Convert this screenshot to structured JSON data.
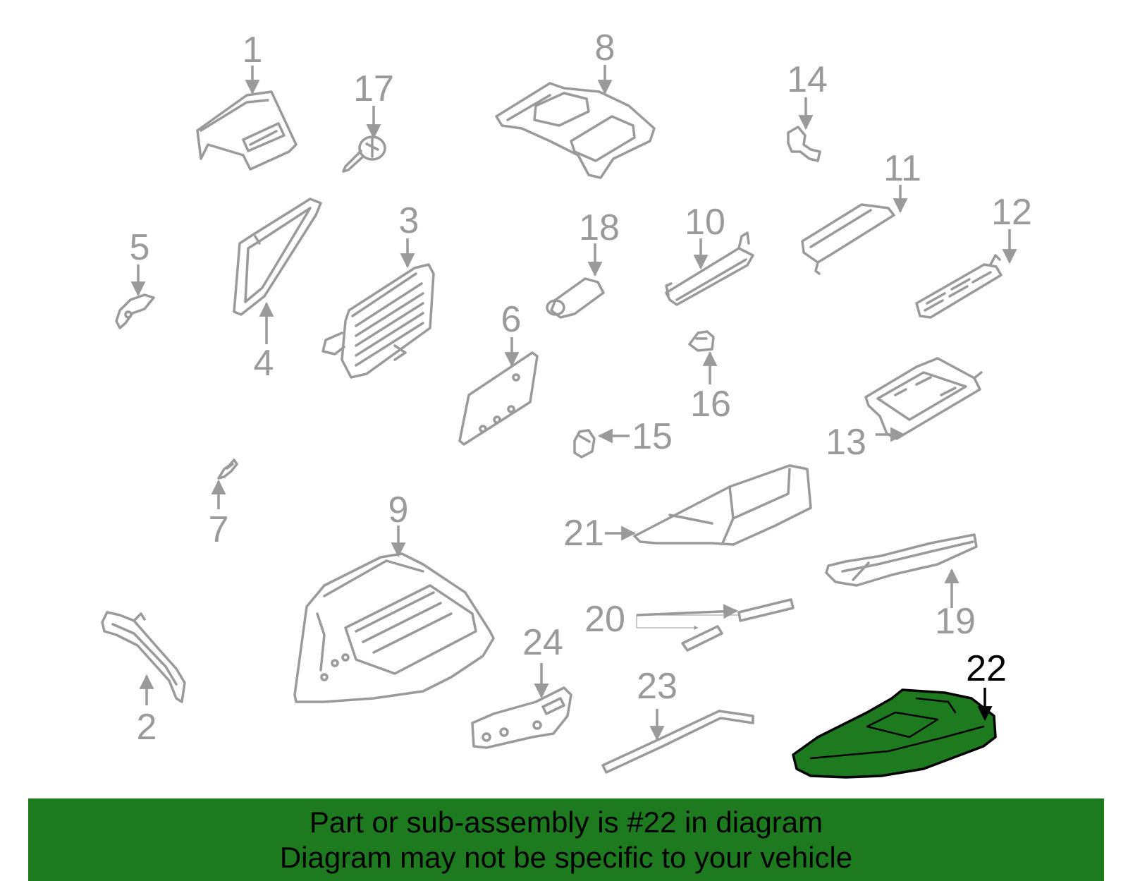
{
  "colors": {
    "line": "#9a9a9a",
    "highlight_fill": "#1e7a1e",
    "highlight_stroke": "#000000",
    "banner_bg": "#1e7a1e",
    "banner_text": "#000000",
    "callout_text": "#9a9a9a",
    "highlight_callout_text": "#000000"
  },
  "callouts": [
    {
      "id": "1",
      "label": "1"
    },
    {
      "id": "2",
      "label": "2"
    },
    {
      "id": "3",
      "label": "3"
    },
    {
      "id": "4",
      "label": "4"
    },
    {
      "id": "5",
      "label": "5"
    },
    {
      "id": "6",
      "label": "6"
    },
    {
      "id": "7",
      "label": "7"
    },
    {
      "id": "8",
      "label": "8"
    },
    {
      "id": "9",
      "label": "9"
    },
    {
      "id": "10",
      "label": "10"
    },
    {
      "id": "11",
      "label": "11"
    },
    {
      "id": "12",
      "label": "12"
    },
    {
      "id": "13",
      "label": "13"
    },
    {
      "id": "14",
      "label": "14"
    },
    {
      "id": "15",
      "label": "15"
    },
    {
      "id": "16",
      "label": "16"
    },
    {
      "id": "17",
      "label": "17"
    },
    {
      "id": "18",
      "label": "18"
    },
    {
      "id": "19",
      "label": "19"
    },
    {
      "id": "20",
      "label": "20"
    },
    {
      "id": "21",
      "label": "21"
    },
    {
      "id": "22",
      "label": "22",
      "highlighted": true
    },
    {
      "id": "23",
      "label": "23"
    },
    {
      "id": "24",
      "label": "24"
    }
  ],
  "banner": {
    "line1": "Part or sub-assembly is #22 in diagram",
    "line2": "Diagram may not be specific to your vehicle"
  }
}
